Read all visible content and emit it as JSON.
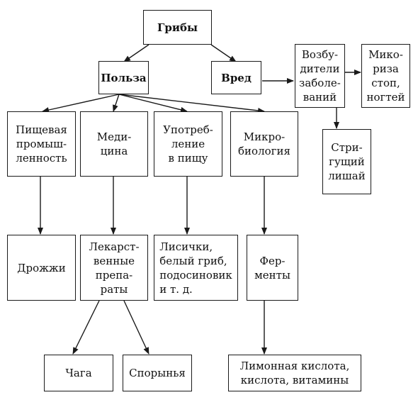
{
  "nodes": {
    "griby": "Грибы",
    "polza": "Польза",
    "vred": "Вред",
    "vozbuditeli": "Возбу-\nдители\nзаболе-\nваний",
    "mikoriza": "Мико-\nриза\nстоп,\nногтей",
    "strigushchiy": "Стри-\nгущий\nлишай",
    "pishchevaya": "Пищевая\nпромыш-\nленность",
    "meditsina": "Меди-\nцина",
    "upotreblenie": "Употреб-\nление\nв пищу",
    "mikrobiologiya": "Микро-\nбиология",
    "drozhzhi": "Дрожжи",
    "lekarstvennye": "Лекарст-\nвенные\nпрепа-\nраты",
    "lisichki": "Лисички,\nбелый гриб,\nподосиновик\nи т. д.",
    "fermenty": "Фер-\nменты",
    "chaga": "Чага",
    "sporynya": "Спорынья",
    "limonnaya": "Лимонная кислота,\nкислота, витамины"
  },
  "colors": {
    "line": "#1a1a1a",
    "background": "#ffffff"
  }
}
